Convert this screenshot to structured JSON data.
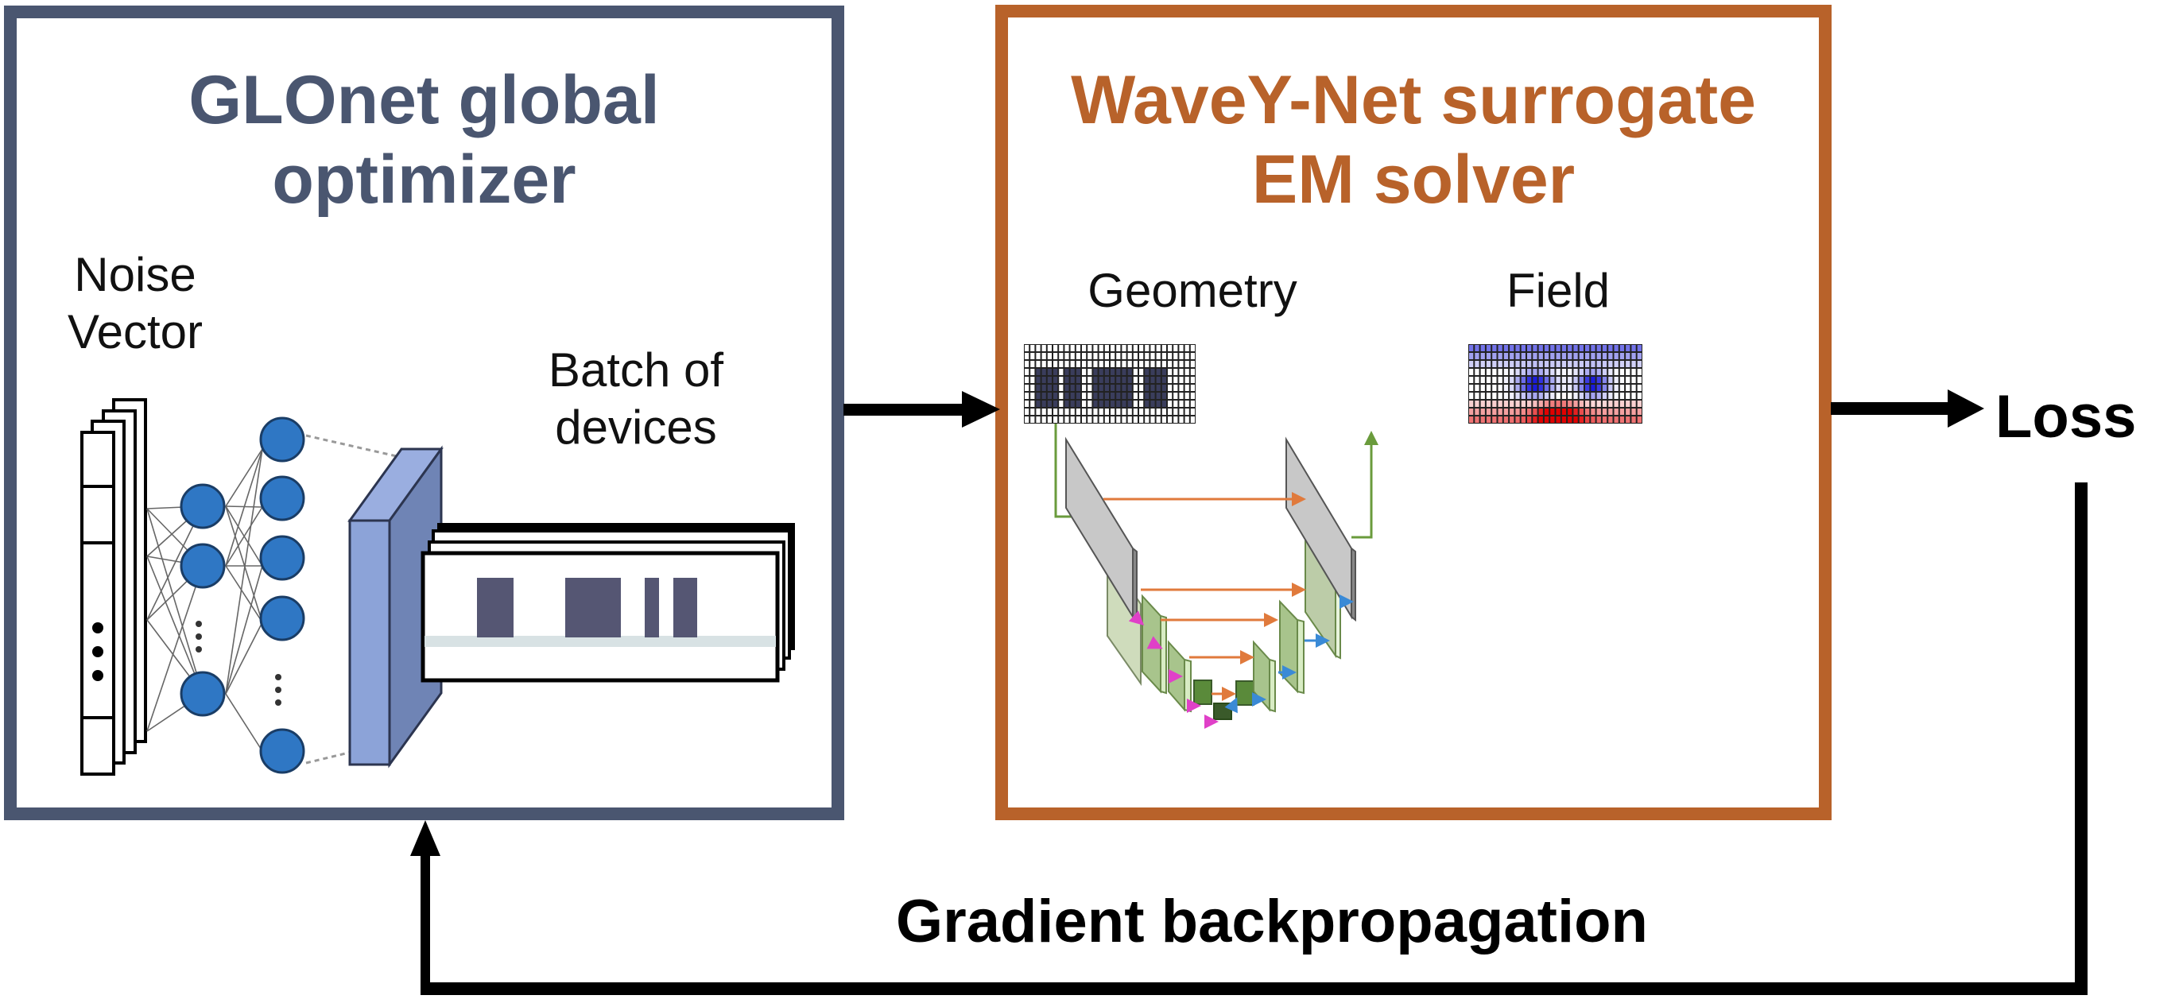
{
  "glonet": {
    "title_line1": "GLOnet global",
    "title_line2": "optimizer",
    "noise_label_line1": "Noise",
    "noise_label_line2": "Vector",
    "batch_label_line1": "Batch of",
    "batch_label_line2": "devices",
    "border_color": "#4a5670",
    "neuron_color": "#2f77c4"
  },
  "wavey": {
    "title_line1": "WaveY-Net surrogate",
    "title_line2": "EM solver",
    "geometry_label": "Geometry",
    "field_label": "Field",
    "border_color": "#b8622a"
  },
  "loss_label": "Loss",
  "feedback_label": "Gradient backpropagation"
}
